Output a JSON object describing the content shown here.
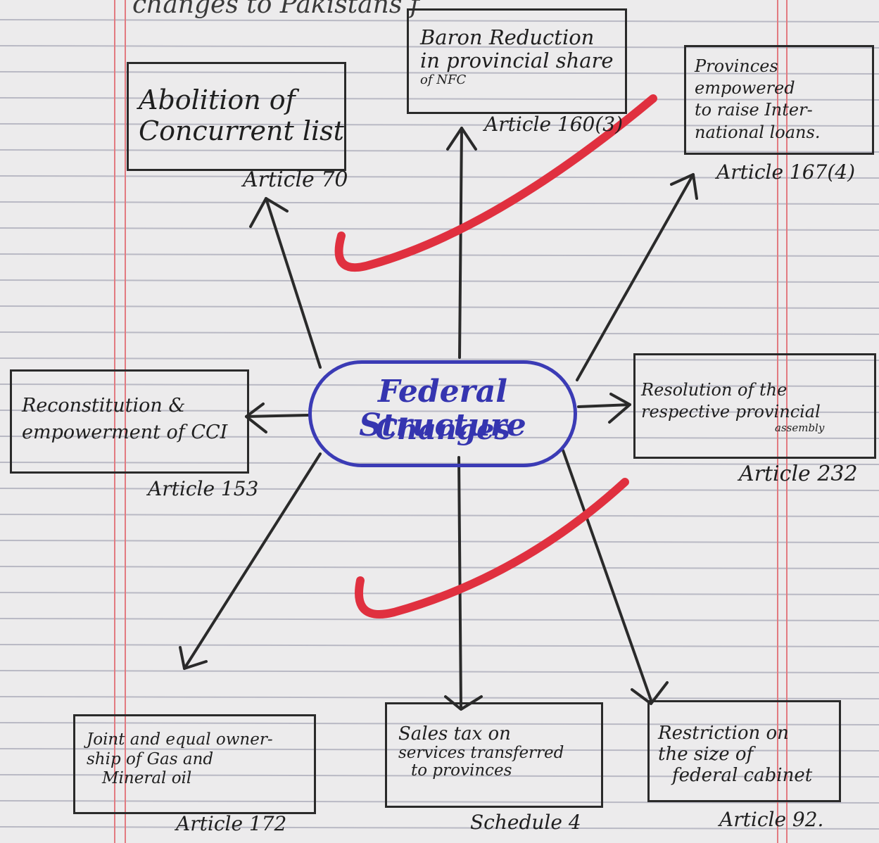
{
  "header_fragment": "changes to Pakistans f",
  "center": {
    "line1": "Federal Structure",
    "line2": "Changes",
    "color": "#3535b0"
  },
  "nodes": {
    "abolition": {
      "lines": [
        "Abolition of",
        "Concurrent list"
      ],
      "article": "Article 70"
    },
    "baron": {
      "lines": [
        "Baron Reduction",
        "in provincial share",
        "of NFC"
      ],
      "article": "Article 160(3)"
    },
    "provinces": {
      "lines": [
        "Provinces empowered",
        "to raise Inter-",
        "national loans."
      ],
      "article": "Article 167(4)"
    },
    "cci": {
      "lines": [
        "Reconstitution &",
        "empowerment of CCI"
      ],
      "article": "Article 153"
    },
    "resolution": {
      "lines": [
        "Resolution of the",
        "respective provincial",
        "assembly"
      ],
      "article": "Article 232"
    },
    "joint": {
      "lines": [
        "Joint and equal owner-",
        "ship of Gas and",
        "Mineral oil"
      ],
      "article": "Article 172"
    },
    "salestax": {
      "lines": [
        "Sales tax on",
        "services transferred",
        "to provinces"
      ],
      "article": "Schedule 4"
    },
    "restriction": {
      "lines": [
        "Restriction on",
        "the size of",
        "federal cabinet"
      ],
      "article": "Article 92."
    }
  },
  "colors": {
    "ink": "#2a2a2a",
    "ruled_line": "#b9b9c4",
    "margin_line": "#e27a80",
    "check_mark": "#e0303f"
  }
}
